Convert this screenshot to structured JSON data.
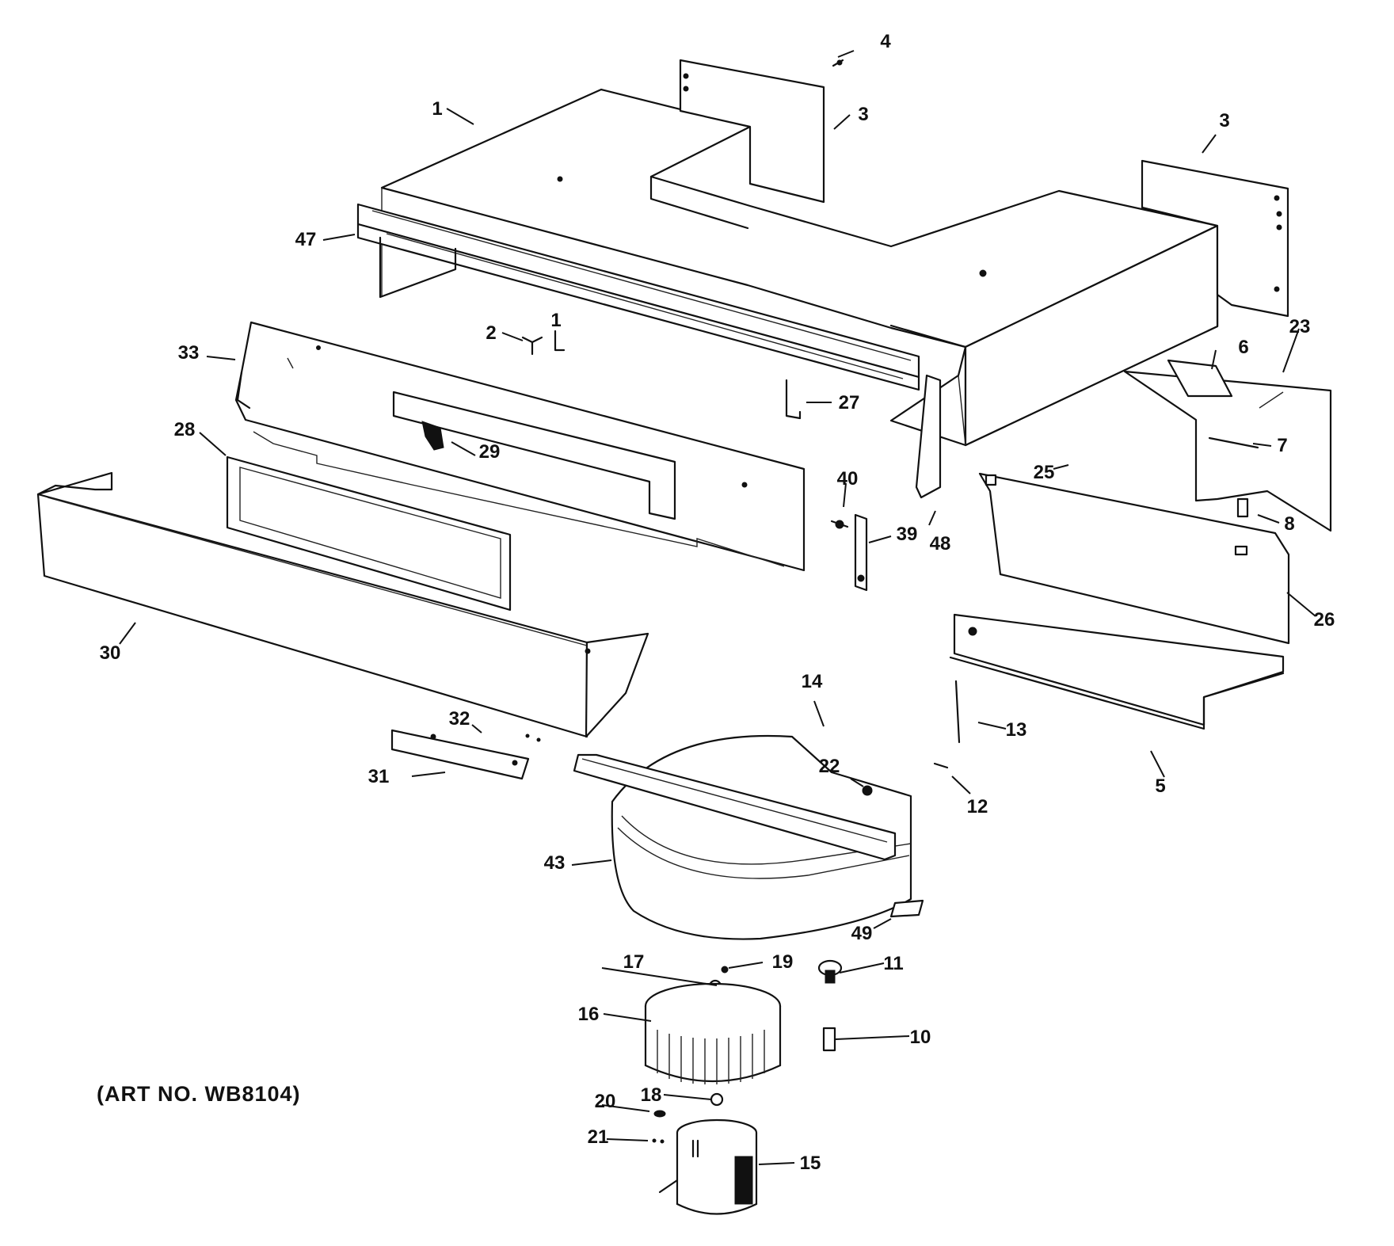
{
  "caption": "(ART NO. WB8104)",
  "labels": [
    "1",
    "2",
    "1",
    "3",
    "3",
    "4",
    "5",
    "6",
    "7",
    "8",
    "10",
    "11",
    "12",
    "13",
    "14",
    "15",
    "16",
    "17",
    "18",
    "19",
    "20",
    "21",
    "22",
    "23",
    "25",
    "26",
    "27",
    "28",
    "29",
    "30",
    "31",
    "32",
    "33",
    "39",
    "40",
    "43",
    "47",
    "48",
    "49"
  ]
}
